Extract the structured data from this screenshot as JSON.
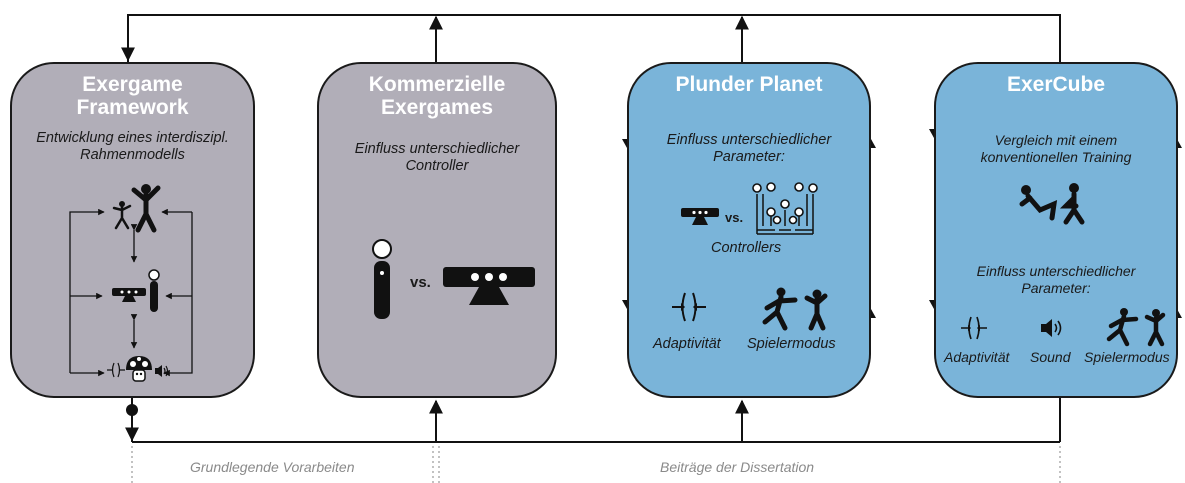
{
  "boxes": [
    {
      "title_line1": "Exergame",
      "title_line2": "Framework",
      "subtitle_line1": "Entwicklung eines interdiszipl.",
      "subtitle_line2": "Rahmenmodells",
      "color": "#b1aeb8"
    },
    {
      "title_line1": "Kommerzielle",
      "title_line2": "Exergames",
      "subtitle_line1": "Einfluss unterschiedlicher",
      "subtitle_line2": "Controller",
      "vs": "vs.",
      "color": "#b1aeb8"
    },
    {
      "title_line1": "Plunder Planet",
      "subtitle_line1": "Einfluss unterschiedlicher",
      "subtitle_line2": "Parameter:",
      "vs": "vs.",
      "controllers_label": "Controllers",
      "adaptivity_label": "Adaptivität",
      "player_mode_label": "Spielermodus",
      "color": "#7ab4d9"
    },
    {
      "title_line1": "ExerCube",
      "subtitle_line1": "Vergleich mit einem",
      "subtitle_line2": "konventionellen Training",
      "subtitle2_line1": "Einfluss unterschiedlicher",
      "subtitle2_line2": "Parameter:",
      "adaptivity_label": "Adaptivität",
      "sound_label": "Sound",
      "player_mode_label": "Spielermodus",
      "color": "#7ab4d9"
    }
  ],
  "bottom_labels": {
    "left": "Grundlegende Vorarbeiten",
    "right": "Beiträge der Dissertation"
  },
  "icons": [
    "people-icon",
    "kinect-icon",
    "move-controller-icon",
    "mushroom-icon",
    "adaptivity-icon",
    "sound-icon",
    "fencing-icon",
    "sit-up-icon",
    "climbing-wall-icon"
  ]
}
